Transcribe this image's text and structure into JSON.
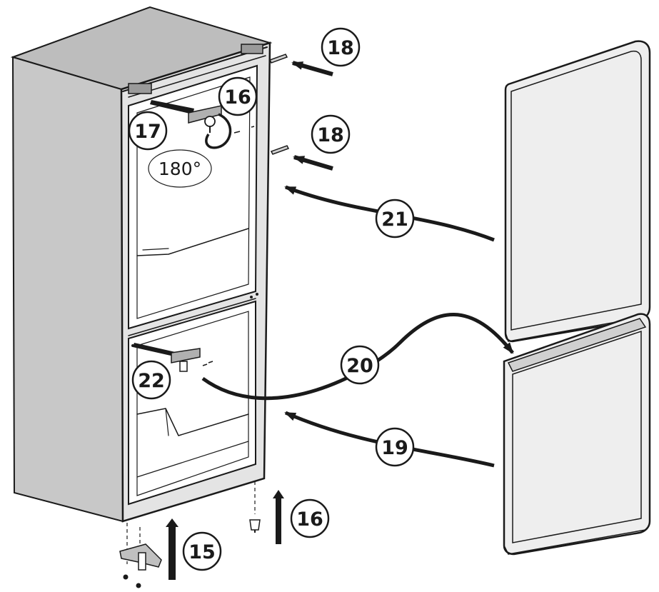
{
  "figure": {
    "angle_label": "180°",
    "callouts": {
      "c15": "15",
      "c16_top": "16",
      "c16_bottom": "16",
      "c17": "17",
      "c18_upper": "18",
      "c18_lower": "18",
      "c19": "19",
      "c20": "20",
      "c21": "21",
      "c22": "22"
    }
  },
  "colors": {
    "ink": "#1a1a1a",
    "cabinet_side": "#c8c8c8",
    "cabinet_front": "#e4e4e4",
    "cabinet_top": "#bdbdbd",
    "door_face": "#eeeeee",
    "door_edge": "#d0d0d0",
    "background": "#ffffff"
  }
}
